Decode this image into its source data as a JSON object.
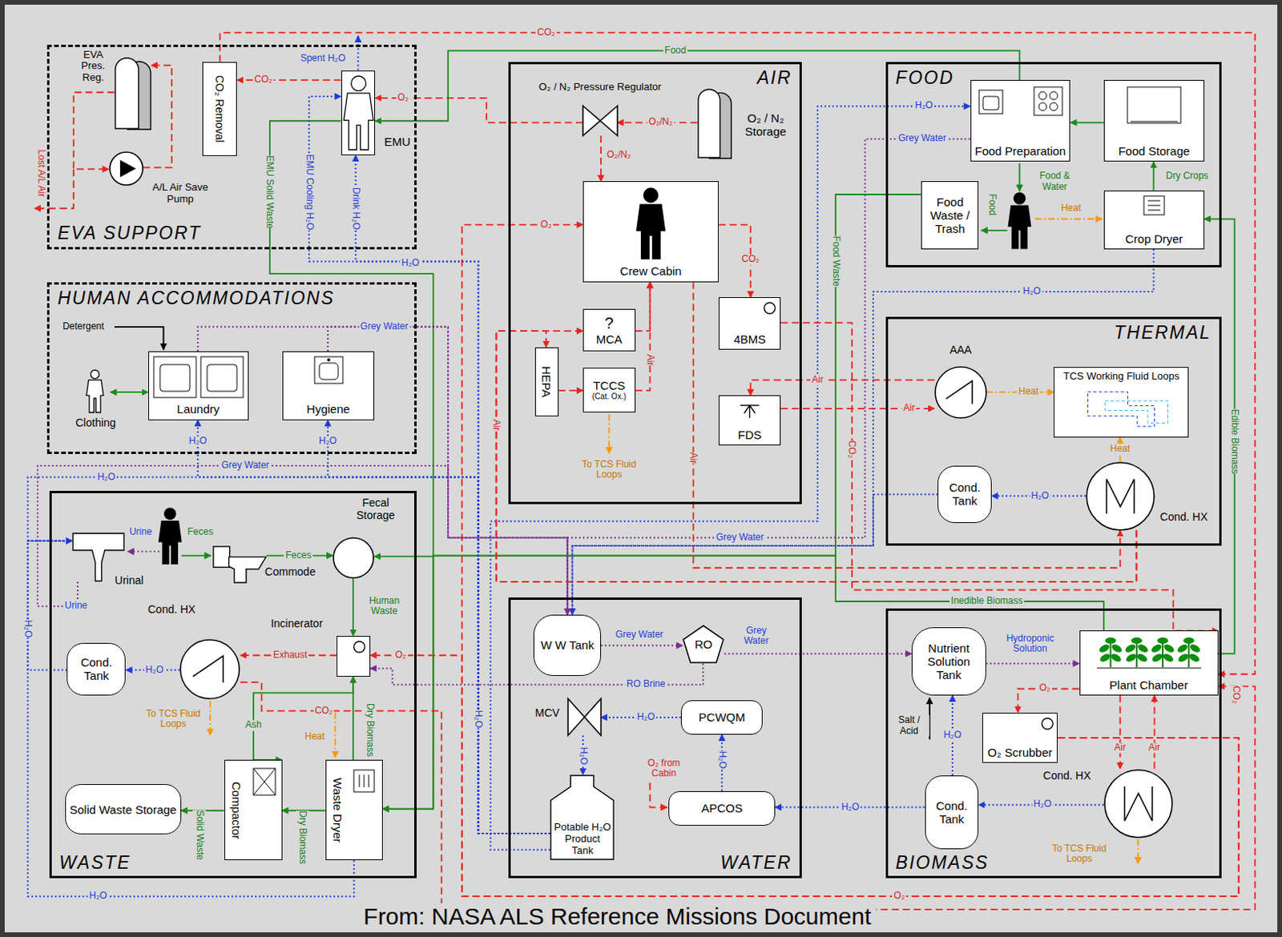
{
  "diagram": {
    "caption": "From: NASA ALS Reference Missions Document",
    "nodes": [
      {
        "text": [
          "EVA SUPPORT"
        ]
      },
      {
        "text": [
          "EVA Pres. Reg."
        ],
        "in": 0
      },
      {
        "text": [
          "A/L Air Save Pump"
        ],
        "in": 0
      },
      {
        "text": [
          "CO₂ Removal"
        ],
        "in": 0
      },
      {
        "text": [
          "EMU"
        ],
        "in": 0
      },
      {
        "text": [
          "AIR"
        ]
      },
      {
        "text": [
          "O₂ / N₂ Pressure Regulator"
        ],
        "in": 5
      },
      {
        "text": [
          "O₂ / N₂ Storage"
        ],
        "in": 5
      },
      {
        "text": [
          "Crew Cabin"
        ],
        "in": 5
      },
      {
        "text": [
          "?",
          "MCA"
        ],
        "in": 5
      },
      {
        "text": [
          "HEPA"
        ],
        "in": 5
      },
      {
        "text": [
          "TCCS",
          "(Cat. Ox.)"
        ],
        "in": 5
      },
      {
        "text": [
          "4BMS"
        ],
        "in": 5
      },
      {
        "text": [
          "FDS"
        ],
        "in": 5
      },
      {
        "text": [
          "FOOD"
        ]
      },
      {
        "text": [
          "Food Preparation"
        ],
        "in": 14
      },
      {
        "text": [
          "Food Storage"
        ],
        "in": 14
      },
      {
        "text": [
          "Food Waste / Trash"
        ],
        "in": 14
      },
      {
        "text": [
          "Crop Dryer"
        ],
        "in": 14
      },
      {
        "text": [
          "HUMAN ACCOMMODATIONS"
        ]
      },
      {
        "text": [
          "Clothing"
        ],
        "in": 19
      },
      {
        "text": [
          "Laundry"
        ],
        "in": 19
      },
      {
        "text": [
          "Hygiene"
        ],
        "in": 19
      },
      {
        "text": [
          "THERMAL"
        ]
      },
      {
        "text": [
          "AAA"
        ],
        "in": 23
      },
      {
        "text": [
          "TCS Working Fluid Loops"
        ],
        "in": 23
      },
      {
        "text": [
          "Cond. Tank"
        ],
        "in": 23
      },
      {
        "text": [
          "Cond. HX"
        ],
        "in": 23
      },
      {
        "text": [
          "WASTE"
        ]
      },
      {
        "text": [
          "Urinal"
        ],
        "in": 28
      },
      {
        "text": [
          "Commode"
        ],
        "in": 28
      },
      {
        "text": [
          "Fecal Storage"
        ],
        "in": 28
      },
      {
        "text": [
          "Incinerator"
        ],
        "in": 28
      },
      {
        "text": [
          "Cond. HX"
        ],
        "in": 28
      },
      {
        "text": [
          "Cond. Tank"
        ],
        "in": 28
      },
      {
        "text": [
          "Compactor"
        ],
        "in": 28
      },
      {
        "text": [
          "Waste Dryer"
        ],
        "in": 28
      },
      {
        "text": [
          "Solid Waste Storage"
        ],
        "in": 28
      },
      {
        "text": [
          "WATER"
        ]
      },
      {
        "text": [
          "W W Tank"
        ],
        "in": 38
      },
      {
        "text": [
          "RO"
        ],
        "in": 38
      },
      {
        "text": [
          "MCV"
        ],
        "in": 38
      },
      {
        "text": [
          "PCWQM"
        ],
        "in": 38
      },
      {
        "text": [
          "Potable H₂O Product Tank"
        ],
        "in": 38
      },
      {
        "text": [
          "APCOS"
        ],
        "in": 38
      },
      {
        "text": [
          "BIOMASS"
        ]
      },
      {
        "text": [
          "Nutrient Solution Tank"
        ],
        "in": 45
      },
      {
        "text": [
          "Plant Chamber"
        ],
        "in": 45
      },
      {
        "text": [
          "O₂ Scrubber"
        ],
        "in": 45
      },
      {
        "text": [
          "Cond. Tank"
        ],
        "in": 45
      },
      {
        "text": [
          "Cond. HX"
        ],
        "in": 45
      }
    ],
    "edges": [
      {
        "from": 1,
        "to": 2,
        "arrow": "to"
      },
      {
        "from": 2,
        "to": 1,
        "arrow": "to"
      },
      {
        "from": 4,
        "to": 3,
        "label": "CO₂",
        "arrow": "to"
      },
      {
        "from": 3,
        "to": 47,
        "label": "CO₂",
        "arrow": "to"
      },
      {
        "from": 6,
        "to": 4,
        "label": "O₂",
        "arrow": "to"
      },
      {
        "from": 7,
        "to": 6,
        "label": "O₂/N₂",
        "arrow": "to"
      },
      {
        "from": 6,
        "to": 8,
        "label": "O₂/N₂",
        "arrow": "to"
      },
      {
        "from": 8,
        "to": 12,
        "label": "CO₂",
        "arrow": "to"
      },
      {
        "from": 15,
        "to": 4,
        "label": "Food",
        "arrow": "to"
      },
      {
        "from": 4,
        "to": 31,
        "label": "EMU Solid Waste",
        "arrow": "to"
      },
      {
        "from": 43,
        "to": 4,
        "label": "EMU Cooling H₂O",
        "arrow": "to"
      },
      {
        "from": 43,
        "to": 4,
        "label": "Drink H₂O",
        "arrow": "to"
      },
      {
        "from": 48,
        "to": 8,
        "label": "O₂",
        "arrow": "to"
      },
      {
        "from": 48,
        "to": 32,
        "label": "O₂",
        "arrow": "to"
      },
      {
        "from": 13,
        "to": 24,
        "label": "Air",
        "arrow": "to"
      },
      {
        "from": 24,
        "to": 13,
        "label": "Air",
        "arrow": "to"
      },
      {
        "from": 24,
        "to": 25,
        "label": "Heat",
        "arrow": "to"
      },
      {
        "from": 27,
        "to": 25,
        "label": "Heat",
        "arrow": "to"
      },
      {
        "from": 27,
        "to": 26,
        "label": "H₂O",
        "arrow": "to"
      },
      {
        "from": 26,
        "to": 39,
        "arrow": "to"
      },
      {
        "from": 18,
        "to": 39,
        "label": "H₂O",
        "arrow": "to"
      },
      {
        "from": 43,
        "to": 15,
        "label": "H₂O",
        "arrow": "to"
      },
      {
        "from": 15,
        "to": 39,
        "label": "Grey Water",
        "arrow": "to"
      },
      {
        "from": 16,
        "to": 15,
        "arrow": "to"
      },
      {
        "from": 18,
        "to": 16,
        "label": "Dry Crops",
        "arrow": "to"
      },
      {
        "from": 47,
        "to": 18,
        "label": "Edible Biomass",
        "arrow": "to"
      },
      {
        "from": 17,
        "to": 36,
        "label": "Food Waste",
        "arrow": "to"
      },
      {
        "from": 47,
        "to": 36,
        "label": "Inedible Biomass",
        "arrow": "to"
      },
      {
        "from": 21,
        "to": 39,
        "arrow": "to"
      },
      {
        "from": 22,
        "to": 39,
        "label": "Grey Water",
        "arrow": "to"
      },
      {
        "from": 43,
        "to": 21,
        "label": "H₂O",
        "arrow": "to"
      },
      {
        "from": 43,
        "to": 22,
        "label": "H₂O",
        "arrow": "to"
      },
      {
        "from": 20,
        "to": 21,
        "arrow": "both"
      },
      {
        "from": 29,
        "to": 39,
        "label": "Urine",
        "arrow": "to"
      },
      {
        "from": 43,
        "to": 29,
        "label": "H₂O",
        "arrow": "to"
      },
      {
        "from": 36,
        "to": 29,
        "label": "H₂O",
        "arrow": "to"
      },
      {
        "from": 34,
        "to": 29,
        "arrow": "to"
      },
      {
        "from": 30,
        "to": 31,
        "label": "Feces",
        "arrow": "to"
      },
      {
        "from": 31,
        "to": 32,
        "label": "Human Waste",
        "arrow": "to"
      },
      {
        "from": 32,
        "to": 33,
        "label": "Exhaust",
        "arrow": "to"
      },
      {
        "from": 33,
        "to": 34,
        "label": "H₂O",
        "arrow": "to"
      },
      {
        "from": 32,
        "to": 35,
        "label": "Ash",
        "arrow": "to"
      },
      {
        "from": 36,
        "to": 32,
        "label": "Dry Biomass",
        "arrow": "to"
      },
      {
        "from": 36,
        "to": 35,
        "label": "Dry Biomass",
        "arrow": "to"
      },
      {
        "from": 35,
        "to": 37,
        "label": "Solid Waste",
        "arrow": "to"
      },
      {
        "from": 33,
        "to": 47,
        "label": "CO₂",
        "arrow": "to"
      },
      {
        "from": 39,
        "to": 40,
        "label": "Grey Water",
        "arrow": "to"
      },
      {
        "from": 40,
        "to": 46,
        "label": "Grey Water",
        "arrow": "to"
      },
      {
        "from": 40,
        "to": 32,
        "label": "RO Brine",
        "arrow": "to"
      },
      {
        "from": 46,
        "to": 47,
        "label": "Hydroponic Solution",
        "arrow": "to"
      },
      {
        "from": 47,
        "to": 48,
        "label": "O₂",
        "arrow": "to"
      },
      {
        "from": 47,
        "to": 50,
        "label": "Air",
        "arrow": "to"
      },
      {
        "from": 50,
        "to": 47,
        "label": "Air",
        "arrow": "to"
      },
      {
        "from": 50,
        "to": 49,
        "label": "H₂O",
        "arrow": "to"
      },
      {
        "from": 49,
        "to": 46,
        "label": "H₂O",
        "arrow": "to"
      },
      {
        "from": 49,
        "to": 44,
        "label": "H₂O",
        "arrow": "to"
      },
      {
        "from": 44,
        "to": 42,
        "label": "H₂O",
        "arrow": "to"
      },
      {
        "from": 42,
        "to": 41,
        "label": "H₂O",
        "arrow": "to"
      },
      {
        "from": 41,
        "to": 43,
        "label": "H₂O",
        "arrow": "to"
      },
      {
        "from": 12,
        "to": 47,
        "label": "CO₂",
        "arrow": "to"
      },
      {
        "from": 8,
        "to": 27,
        "label": "Air",
        "arrow": "to"
      },
      {
        "from": 27,
        "to": 9,
        "label": "Air",
        "arrow": "to"
      },
      {
        "from": 27,
        "to": 10,
        "arrow": "to"
      },
      {
        "from": 10,
        "to": 11,
        "arrow": "to"
      },
      {
        "from": 11,
        "to": 8,
        "label": "Air",
        "arrow": "to"
      },
      {
        "from": 9,
        "to": 8,
        "arrow": "to"
      }
    ],
    "labels": [
      "Lost A/L Air",
      "Spent H₂O",
      "H₂O",
      "To TCS Fluid Loops",
      "Detergent",
      "Grey Water",
      "H₂O",
      "Urine",
      "Feces",
      "To TCS Fluid Loops",
      "Heat",
      "Grey Water",
      "H₂O",
      "O₂ from Cabin",
      "Salt / Acid",
      "To TCS Fluid Loops",
      "O₂",
      "CO₂",
      "Food & Water",
      "Food",
      "Heat"
    ]
  }
}
